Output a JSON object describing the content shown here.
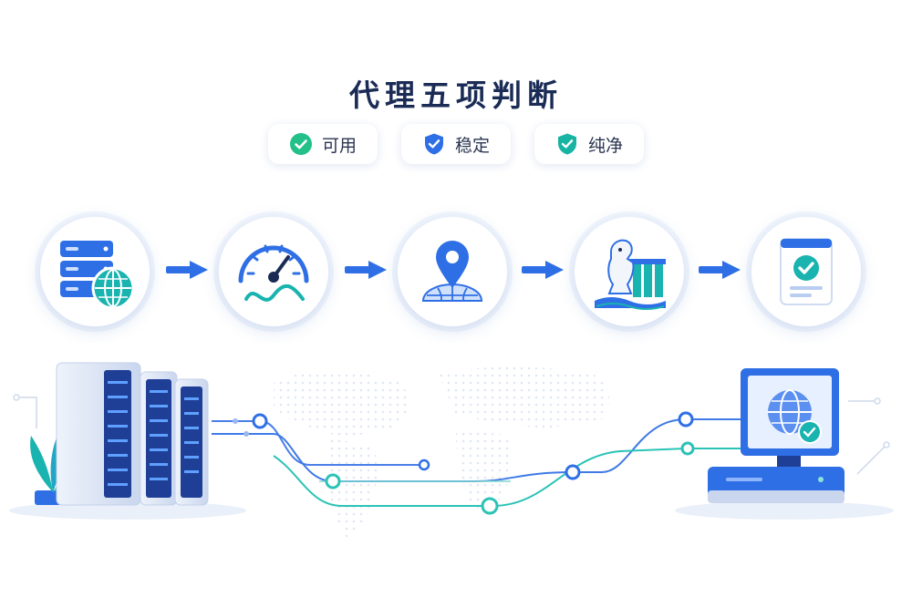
{
  "title": "代理五项判断",
  "badges": [
    {
      "label": "可用",
      "icon": "check-circle-icon",
      "color": "#23c08a"
    },
    {
      "label": "稳定",
      "icon": "shield-check-icon",
      "color": "#2f6fe6"
    },
    {
      "label": "纯净",
      "icon": "shield-check-icon",
      "color": "#17b3a3"
    }
  ],
  "steps": [
    {
      "icon": "server-globe-icon"
    },
    {
      "icon": "speedometer-icon"
    },
    {
      "icon": "location-pin-globe-icon"
    },
    {
      "icon": "merlion-landmark-icon"
    },
    {
      "icon": "checked-document-icon"
    }
  ],
  "colors": {
    "primary": "#2f6fe6",
    "teal": "#19b3b0",
    "navy": "#1a2b55",
    "green": "#23c08a"
  }
}
